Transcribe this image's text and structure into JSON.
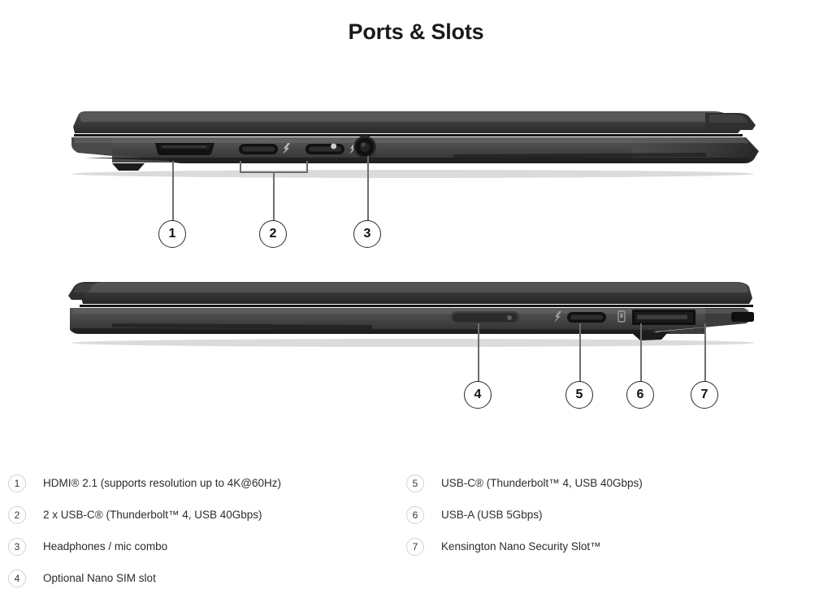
{
  "page": {
    "title": "Ports & Slots",
    "background_color": "#ffffff"
  },
  "colors": {
    "title_text": "#1a1a1a",
    "legend_text": "#2c2c2c",
    "callout_border": "#2b2b2b",
    "legend_circle_border": "#d2d2d2",
    "leader_line": "#6e6e6e",
    "chassis_dark": "#2e2e2e",
    "chassis_mid": "#4a4a4a",
    "chassis_light": "#5c5c5c",
    "port_cavity": "#141414",
    "shadow": "#d9d9d9"
  },
  "views": [
    {
      "id": "left-side-view",
      "name": "laptop-left-side-view",
      "description": "Closed laptop viewed from the left edge",
      "ports": [
        {
          "callout": "1",
          "name": "hdmi-port",
          "icon": "hdmi-icon"
        },
        {
          "callout": "2",
          "name": "usb-c-port-1",
          "icon": "thunderbolt-icon"
        },
        {
          "callout": "2",
          "name": "usb-c-port-2",
          "icon": "thunderbolt-icon"
        },
        {
          "callout": "3",
          "name": "headphone-jack",
          "icon": "headphone-jack-icon"
        },
        {
          "callout": "",
          "name": "status-led-indicator",
          "icon": "led-dot-icon"
        }
      ]
    },
    {
      "id": "right-side-view",
      "name": "laptop-right-side-view",
      "description": "Closed laptop viewed from the right edge",
      "ports": [
        {
          "callout": "4",
          "name": "nano-sim-tray",
          "icon": "sim-tray-icon"
        },
        {
          "callout": "5",
          "name": "usb-c-port-3",
          "icon": "thunderbolt-icon"
        },
        {
          "callout": "6",
          "name": "usb-a-port",
          "icon": "usb-trident-icon"
        },
        {
          "callout": "7",
          "name": "kensington-lock-slot",
          "icon": "lock-slot-icon"
        }
      ]
    }
  ],
  "callouts": [
    {
      "number": "1",
      "target": "hdmi-port"
    },
    {
      "number": "2",
      "target": "usb-c-ports"
    },
    {
      "number": "3",
      "target": "headphone-jack"
    },
    {
      "number": "4",
      "target": "nano-sim-tray"
    },
    {
      "number": "5",
      "target": "usb-c-port-3"
    },
    {
      "number": "6",
      "target": "usb-a-port"
    },
    {
      "number": "7",
      "target": "kensington-lock-slot"
    }
  ],
  "legend": {
    "left_column": [
      {
        "number": "1",
        "label": "HDMI® 2.1 (supports resolution up to 4K@60Hz)"
      },
      {
        "number": "2",
        "label": "2 x USB-C® (Thunderbolt™ 4, USB 40Gbps)"
      },
      {
        "number": "3",
        "label": "Headphones / mic combo"
      },
      {
        "number": "4",
        "label": "Optional Nano SIM slot"
      }
    ],
    "right_column": [
      {
        "number": "5",
        "label": "USB-C® (Thunderbolt™ 4, USB 40Gbps)"
      },
      {
        "number": "6",
        "label": "USB-A (USB 5Gbps)"
      },
      {
        "number": "7",
        "label": "Kensington Nano Security Slot™"
      }
    ]
  }
}
